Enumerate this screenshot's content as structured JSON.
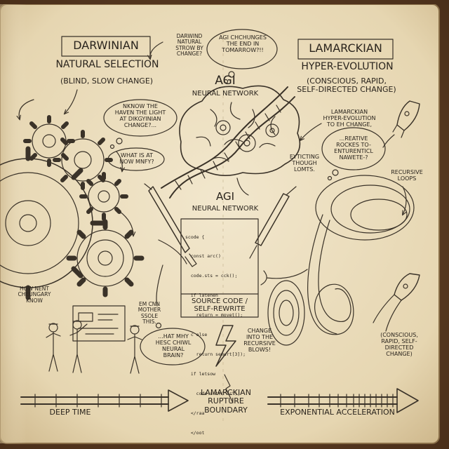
{
  "left_panel": {
    "title": "DARWINIAN",
    "subtitle": "NATURAL SELECTION",
    "description": "(BLIND, SLOW CHANGE)",
    "bubble_1": "NKNOW THE\nHAVEN THE LIGHT\nAT DIKGYINIAN\nCHANGE?...",
    "bubble_2": "WHAT IS AT\nNOW MNFY?",
    "note_1": "HOW NENT\nCHEUNGARY\nKNOW",
    "note_2": "EM CNN\nMOTHER\nSSOLE\nTHIS.",
    "bubble_3": "...HAT MHY\nHESC CHIWL\nNEURAL\nBRAIN?"
  },
  "right_panel": {
    "title": "LAMARCKIAN",
    "subtitle": "HYPER-EVOLUTION",
    "description": "(CONSCIOUS, RAPID,\nSELF-DIRECTED CHANGE)",
    "note_1": "LAMARCKIAN\nHYPER-EVOLUTION\nTO EH CHANGE,",
    "bubble_1": "...REATIVE\nROCKES TO-\nENTURENTICL\nNAWETE-?",
    "note_2": "EYTICTING\nTHOUGH\nLOMTS.",
    "note_3": "RECURSIVE\nLOOPS",
    "note_4": "(CONSCIOUS,\nRAPID, SELF-\nDIRECTED\nCHANGE)"
  },
  "center": {
    "note_top": "DARWIND\nNATURAL\nSTROW BY\nCHANGE?",
    "bubble_top": "AGI CHCHUNGES\nTHE END IN\nTOMARROW?!!",
    "agi_label": "AGI",
    "agi_sub": "NEURAL NETWORK",
    "agi_label_2": "AGI",
    "agi_sub_2": "NEURAL NETWORK",
    "code_lines": [
      "scode {",
      "  const arc()",
      "  code.sts = cck();",
      "  if latenen",
      "    return = movet();",
      "  c else",
      "    return semurt[3]);",
      "  if letsow",
      "    code.sett(\"ar\");",
      "  </raa",
      "  </oot"
    ],
    "code_caption": "SOURCE CODE /\nSELF-REWRITE",
    "rupture_note": "CHANGE\nINTO THE\nRECURSIVE\nBLOWS!",
    "boundary": "LAMARCKIAN\nRUPTURE\nBOUNDARY"
  },
  "timeline": {
    "left_label": "DEEP TIME",
    "right_label": "EXPONENTIAL ACCELERATION"
  }
}
